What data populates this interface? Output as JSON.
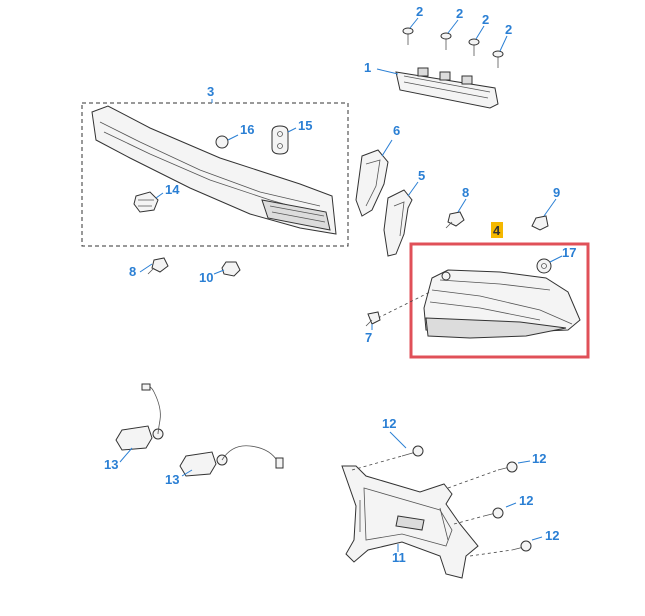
{
  "diagram": {
    "highlight_color": "#e05058",
    "callout_color": "#2a7fd4",
    "highlight_label_bg": "#f5b800",
    "callouts": {
      "c2a": "2",
      "c2b": "2",
      "c2c": "2",
      "c2d": "2",
      "c1": "1",
      "c3": "3",
      "c16": "16",
      "c15": "15",
      "c6": "6",
      "c14": "14",
      "c5": "5",
      "c8a": "8",
      "c9": "9",
      "c4": "4",
      "c17": "17",
      "c8b": "8",
      "c10": "10",
      "c7": "7",
      "c12a": "12",
      "c12b": "12",
      "c12c": "12",
      "c12d": "12",
      "c13a": "13",
      "c13b": "13",
      "c11": "11"
    }
  }
}
